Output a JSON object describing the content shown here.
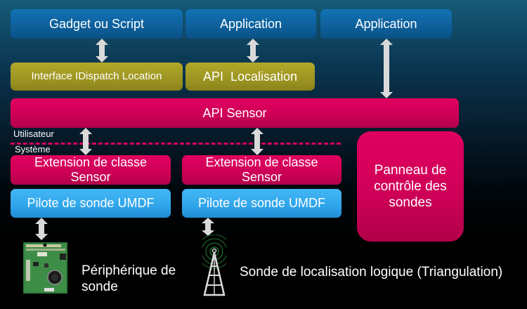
{
  "top_row": [
    {
      "label": "Gadget ou Script"
    },
    {
      "label": "Application"
    },
    {
      "label": "Application"
    }
  ],
  "middle_row": [
    {
      "label": "Interface IDispatch Location"
    },
    {
      "label": "API  Localisation"
    }
  ],
  "api_sensor": {
    "label": "API Sensor"
  },
  "boundary": {
    "user_label": "Utilisateur",
    "system_label": "Système"
  },
  "class_extensions": [
    {
      "line1": "Extension de classe",
      "line2": "Sensor"
    },
    {
      "line1": "Extension de classe",
      "line2": "Sensor"
    }
  ],
  "drivers": [
    {
      "label": "Pilote de sonde UMDF"
    },
    {
      "label": "Pilote de sonde UMDF"
    }
  ],
  "control_panel": {
    "line1": "Panneau de",
    "line2": "contrôle des",
    "line3": "sondes"
  },
  "devices": [
    {
      "line1": "Périphérique de",
      "line2": "sonde",
      "icon": "circuit-board-icon"
    },
    {
      "label": "Sonde de localisation logique (Triangulation)",
      "icon": "radio-tower-icon"
    }
  ],
  "colors": {
    "app_blue": "#0d5f9a",
    "olive": "#9d9522",
    "sensor_pink": "#cf0058",
    "driver_blue": "#2fa5ea",
    "arrow_gray": "#d9d9d9"
  }
}
